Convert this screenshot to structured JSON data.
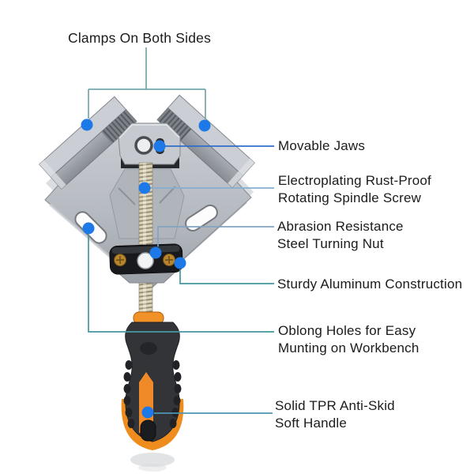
{
  "annotation": {
    "title": "Clamps On Both Sides",
    "callouts": [
      {
        "name": "movable-jaws",
        "lines": [
          "Movable Jaws"
        ]
      },
      {
        "name": "spindle-screw",
        "lines": [
          "Electroplating Rust-Proof",
          "Rotating Spindle Screw"
        ]
      },
      {
        "name": "turning-nut",
        "lines": [
          "Abrasion Resistance",
          "Steel Turning Nut"
        ]
      },
      {
        "name": "aluminum-construction",
        "lines": [
          "Sturdy Aluminum Construction"
        ]
      },
      {
        "name": "oblong-holes",
        "lines": [
          "Oblong Holes for Easy",
          "Munting on Workbench"
        ]
      },
      {
        "name": "soft-handle",
        "lines": [
          "Solid TPR Anti-Skid",
          "Soft Handle"
        ]
      }
    ]
  },
  "colors": {
    "dot": "#1d79e8",
    "line_bracket": "#74a7ac",
    "line_teal": "#44989f",
    "line_teal_blue": "#4d96b5",
    "line_blue": "#2e6fc8",
    "line_blue_light": "#85aed2",
    "line_steel": "#84a4c0",
    "text": "#1b1b1b",
    "aluminum_light": "#cfd3d8",
    "aluminum_mid": "#b8bcc3",
    "aluminum_dark": "#9ea2a9",
    "screw_metal": "#ddd5bb",
    "nut_black": "#18191c",
    "nut_screw_gold": "#b8862e",
    "handle_black": "#323438",
    "handle_orange": "#f08a28",
    "background": "#ffffff"
  }
}
